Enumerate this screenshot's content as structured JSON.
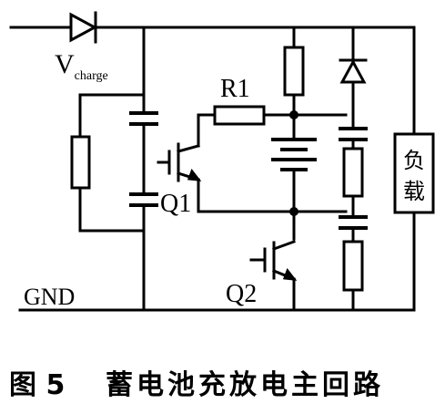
{
  "labels": {
    "vcharge_main": "V",
    "vcharge_sub": "charge",
    "r1": "R1",
    "q1": "Q1",
    "q2": "Q2",
    "gnd": "GND",
    "load_top": "负",
    "load_bottom": "载"
  },
  "caption": {
    "figure_number": "图 5",
    "title": "蓄电池充放电主回路"
  }
}
